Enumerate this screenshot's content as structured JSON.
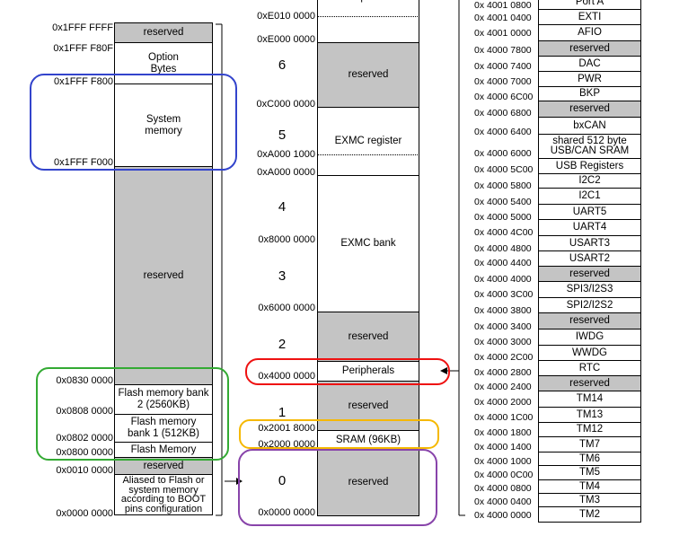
{
  "colors": {
    "reserved_fill": "#c4c4c4",
    "highlight_blue": "#3344cc",
    "highlight_green": "#33aa33",
    "highlight_red": "#ee1111",
    "highlight_yellow": "#f5b800",
    "highlight_purple": "#8844aa"
  },
  "left": {
    "addresses": [
      "0x1FFF FFFF",
      "0x1FFF F80F",
      "0x1FFF F800",
      "0x1FFF F000",
      "0x0830 0000",
      "0x0808 0000",
      "0x0802 0000",
      "0x0800 0000",
      "0x0010 0000",
      "0x0000 0000"
    ],
    "blocks": [
      "reserved",
      "Option Bytes",
      "System memory",
      "reserved",
      "Flash memory bank 2 (2560KB)",
      "Flash memory bank 1 (512KB)",
      "Flash Memory",
      "reserved",
      "Aliased to Flash or system memory according to BOOT pins configuration"
    ]
  },
  "middle": {
    "addresses": [
      "0xE010 0000",
      "0xE000 0000",
      "0xC000 0000",
      "0xA000 1000",
      "0xA000 0000",
      "0x8000 0000",
      "0x6000 0000",
      "0x4000 0000",
      "0x2001 8000",
      "0x2000 0000",
      "0x0000 0000"
    ],
    "regions": [
      "6",
      "5",
      "4",
      "3",
      "2",
      "1",
      "0"
    ],
    "blocks": [
      "Peripherals",
      "reserved",
      "EXMC register",
      "EXMC bank",
      "reserved",
      "Peripherals",
      "reserved",
      "SRAM (96KB)",
      "reserved"
    ]
  },
  "right": {
    "addresses": [
      "0x 4001 0800",
      "0x 4001 0400",
      "0x 4001 0000",
      "0x 4000 7800",
      "0x 4000 7400",
      "0x 4000 7000",
      "0x 4000 6C00",
      "0x 4000 6800",
      "0x 4000 6400",
      "0x 4000 6000",
      "0x 4000 5C00",
      "0x 4000 5800",
      "0x 4000 5400",
      "0x 4000 5000",
      "0x 4000 4C00",
      "0x 4000 4800",
      "0x 4000 4400",
      "0x 4000 4000",
      "0x 4000 3C00",
      "0x 4000 3800",
      "0x 4000 3400",
      "0x 4000 3000",
      "0x 4000 2C00",
      "0x 4000 2800",
      "0x 4000 2400",
      "0x 4000 2000",
      "0x 4000 1C00",
      "0x 4000 1800",
      "0x 4000 1400",
      "0x 4000 1000",
      "0x 4000 0C00",
      "0x 4000 0800",
      "0x 4000 0400",
      "0x 4000 0000"
    ],
    "cells": [
      "Port A",
      "EXTI",
      "AFIO",
      "reserved",
      "DAC",
      "PWR",
      "BKP",
      "reserved",
      "bxCAN",
      "shared 512 byte USB/CAN SRAM",
      "USB Registers",
      "I2C2",
      "I2C1",
      "UART5",
      "UART4",
      "USART3",
      "USART2",
      "reserved",
      "SPI3/I2S3",
      "SPI2/I2S2",
      "reserved",
      "IWDG",
      "WWDG",
      "RTC",
      "reserved",
      "TM14",
      "TM13",
      "TM12",
      "TM7",
      "TM6",
      "TM5",
      "TM4",
      "TM3",
      "TM2"
    ]
  }
}
